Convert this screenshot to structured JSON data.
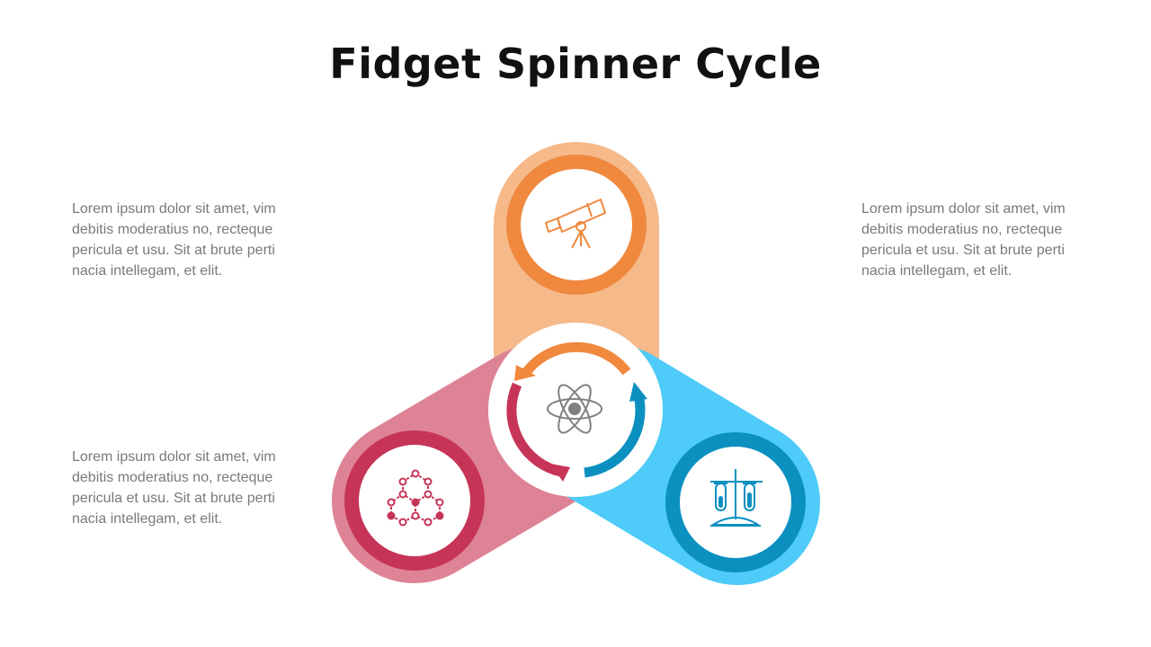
{
  "title": "Fidget Spinner Cycle",
  "descriptions": {
    "left_top": "Lorem ipsum dolor sit amet, vim debitis moderatius no, recteque pericula et usu. Sit at brute perti nacia intellegam, et elit.",
    "left_bottom": "Lorem ipsum dolor sit amet, vim debitis moderatius no, recteque pericula et usu. Sit at brute perti nacia intellegam, et elit.",
    "right_top": "Lorem ipsum dolor sit amet, vim debitis moderatius no, recteque pericula et usu. Sit at brute perti nacia intellegam, et elit."
  },
  "colors": {
    "orange_light": "#F5B98A",
    "orange": "#F0883E",
    "red_light": "#DE8396",
    "red": "#C63457",
    "blue_light": "#4ECBF8",
    "blue": "#0B90C0",
    "gray_icon": "#808080"
  },
  "icons": {
    "top": "telescope-icon",
    "left": "molecule-icon",
    "right": "test-tubes-icon",
    "center": "atom-icon"
  }
}
